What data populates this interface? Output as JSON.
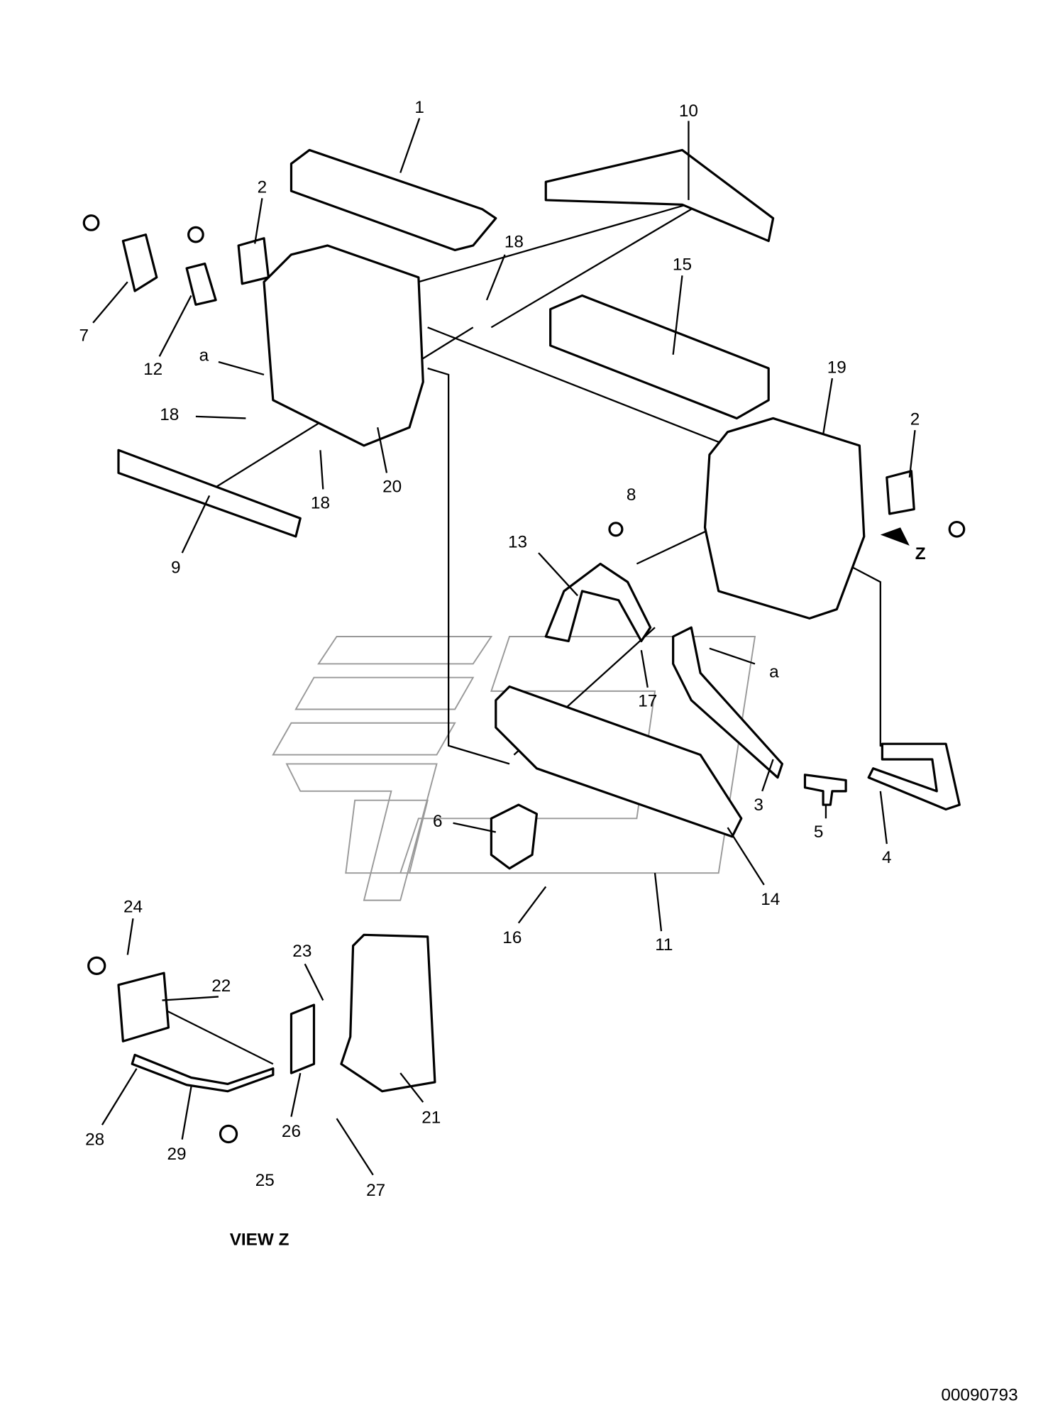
{
  "diagram": {
    "callouts": {
      "c1": "1",
      "c2a": "2",
      "c2b": "2",
      "c3": "3",
      "c4": "4",
      "c5": "5",
      "c6": "6",
      "c7": "7",
      "c8": "8",
      "c9": "9",
      "c10": "10",
      "c11": "11",
      "c12": "12",
      "c13": "13",
      "c14": "14",
      "c15": "15",
      "c16": "16",
      "c17": "17",
      "c18a": "18",
      "c18b": "18",
      "c18c": "18",
      "c19": "19",
      "c20": "20",
      "c21": "21",
      "c22": "22",
      "c23": "23",
      "c24": "24",
      "c25": "25",
      "c26": "26",
      "c27": "27",
      "c28": "28",
      "c29": "29",
      "aa": "a",
      "ab": "a",
      "z": "Z"
    },
    "view_label": "VIEW Z",
    "drawing_number": "00090793"
  }
}
